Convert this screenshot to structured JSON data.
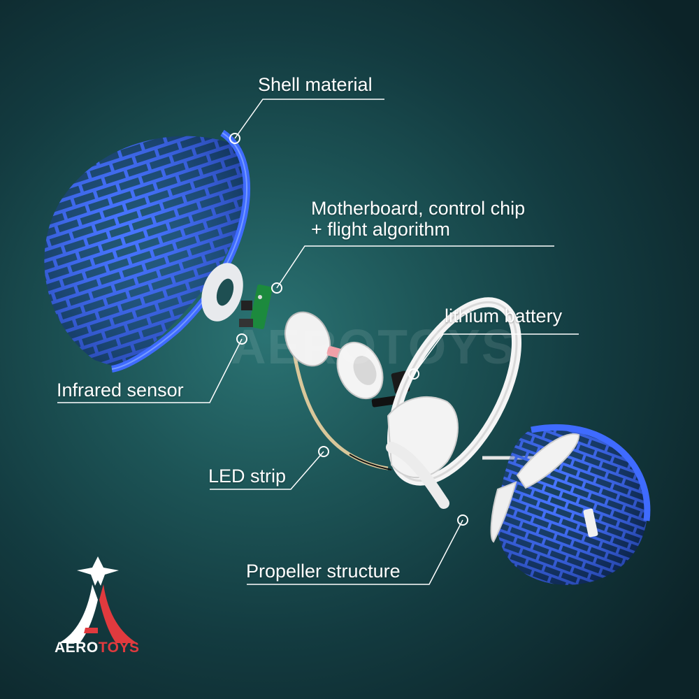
{
  "labels": {
    "shell": "Shell material",
    "motherboard_line1": "Motherboard, control chip",
    "motherboard_line2": "+ flight algorithm",
    "battery": "lithium battery",
    "infrared": "Infrared sensor",
    "led": "LED strip",
    "propeller": "Propeller structure"
  },
  "brand": {
    "word_part1": "AERO",
    "word_part2": "TOYS",
    "watermark_part1": "AERO",
    "watermark_part2": "TOYS",
    "accent_color": "#e03a3e"
  },
  "colors": {
    "shell_blue": "#2f56d8",
    "leader_line": "#ffffff"
  }
}
